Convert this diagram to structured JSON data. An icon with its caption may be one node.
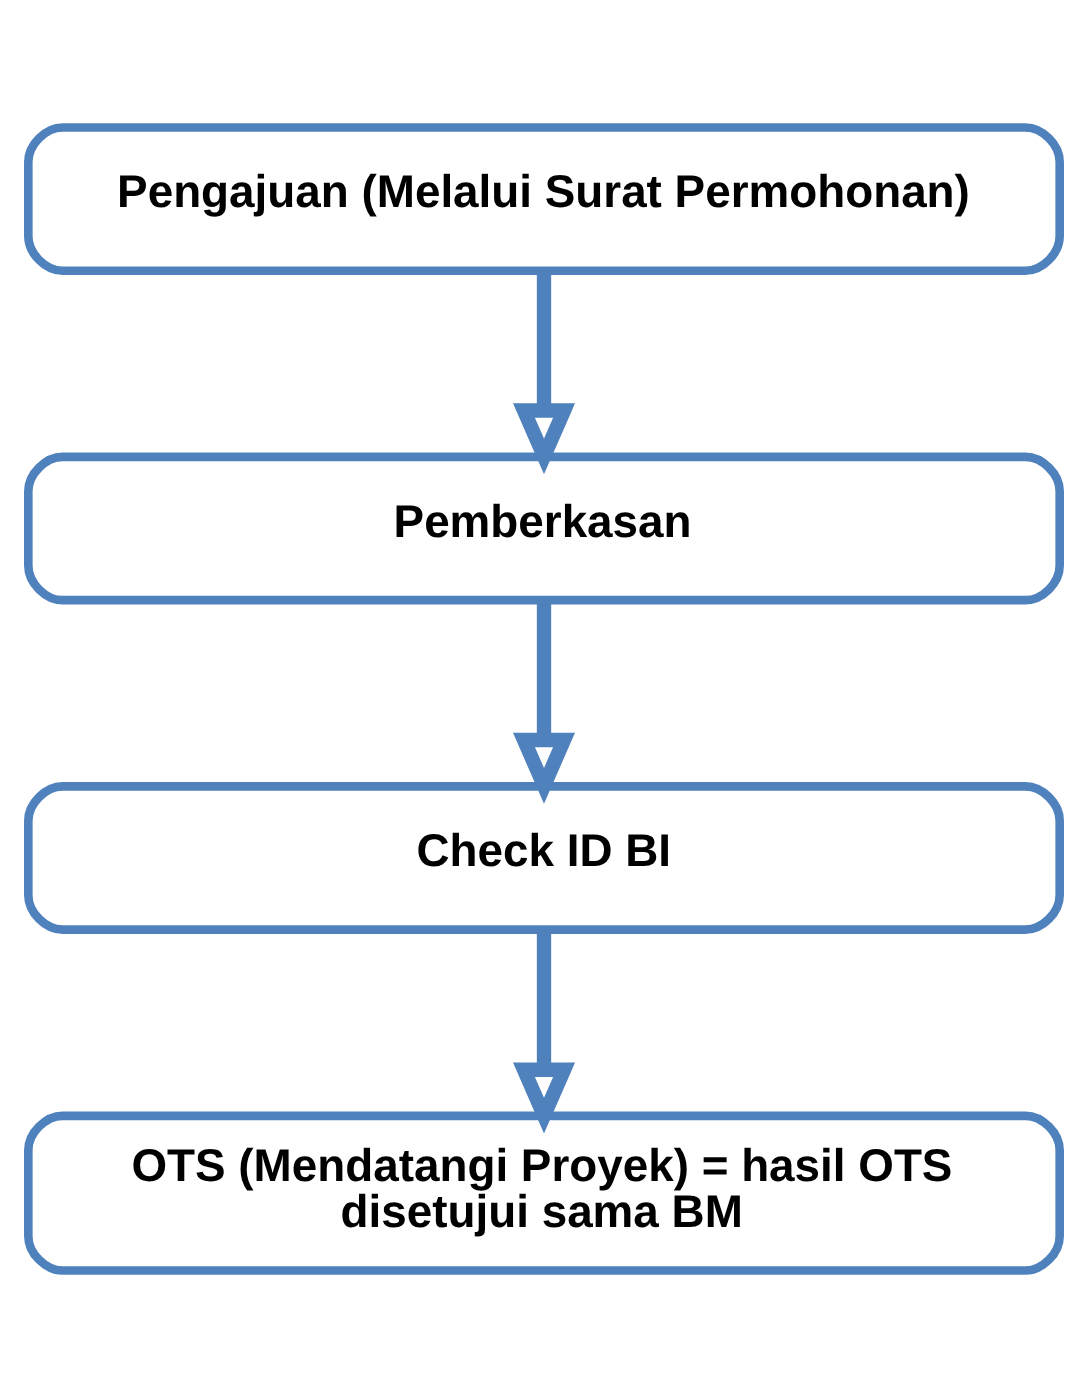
{
  "diagram": {
    "nodes": [
      {
        "text": [
          "Pengajuan (Melalui Surat Permohonan)"
        ]
      },
      {
        "text": [
          "Pemberkasan"
        ]
      },
      {
        "text": [
          "Check ID BI"
        ]
      },
      {
        "text": [
          "OTS (Mendatangi Proyek) = hasil OTS disetujui sama BM"
        ]
      }
    ],
    "edges": [
      {
        "from": 0,
        "to": 1,
        "arrow": "to"
      },
      {
        "from": 1,
        "to": 2,
        "arrow": "to"
      },
      {
        "from": 2,
        "to": 3,
        "arrow": "to"
      }
    ]
  }
}
